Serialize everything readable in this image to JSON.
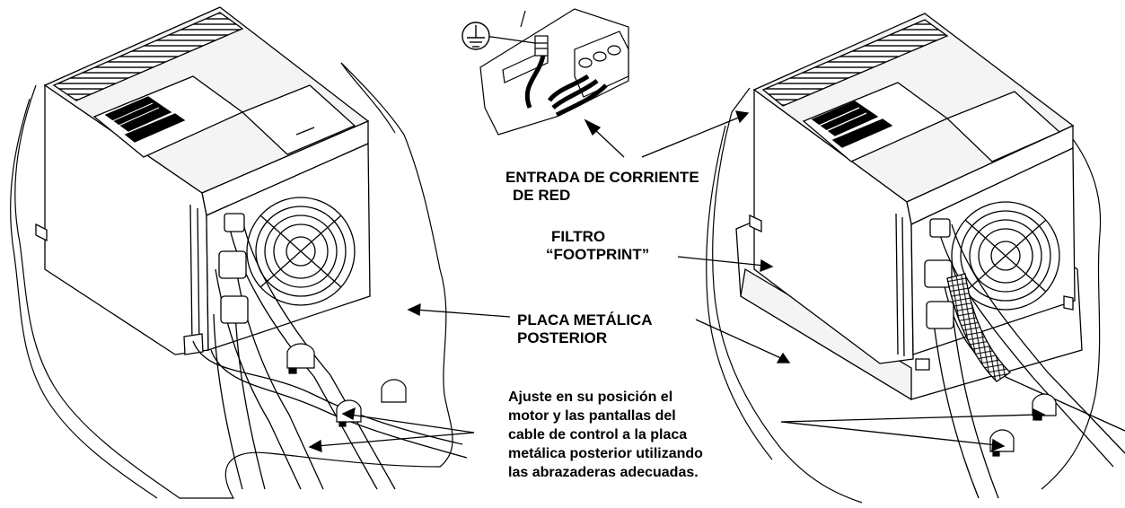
{
  "labels": {
    "mains_input_line1": "ENTRADA DE CORRIENTE",
    "mains_input_line2": "DE RED",
    "filter_line1": "FILTRO",
    "filter_line2": "“FOOTPRINT”",
    "backplate_line1": "PLACA METÁLICA",
    "backplate_line2": "POSTERIOR",
    "clamp_note": [
      "Ajuste en su posición el",
      "motor y las pantallas del",
      "cable de control a la placa",
      "metálica posterior utilizando",
      "las abrazaderas adecuadas."
    ]
  },
  "icons": {
    "earth_symbol": "protective-earth-icon"
  },
  "colors": {
    "ink": "#000000",
    "paper": "#ffffff",
    "shade": "#d9d9d9"
  }
}
